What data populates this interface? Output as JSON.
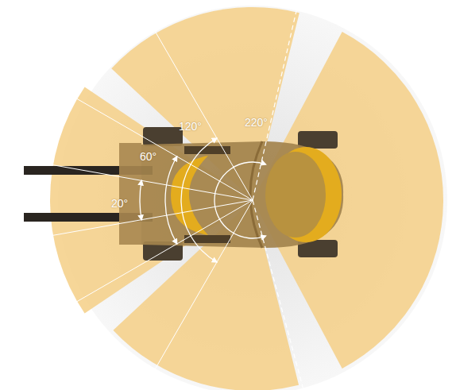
{
  "diagram": {
    "labels": [
      "120°",
      "220°",
      "60°",
      "20°"
    ]
  }
}
